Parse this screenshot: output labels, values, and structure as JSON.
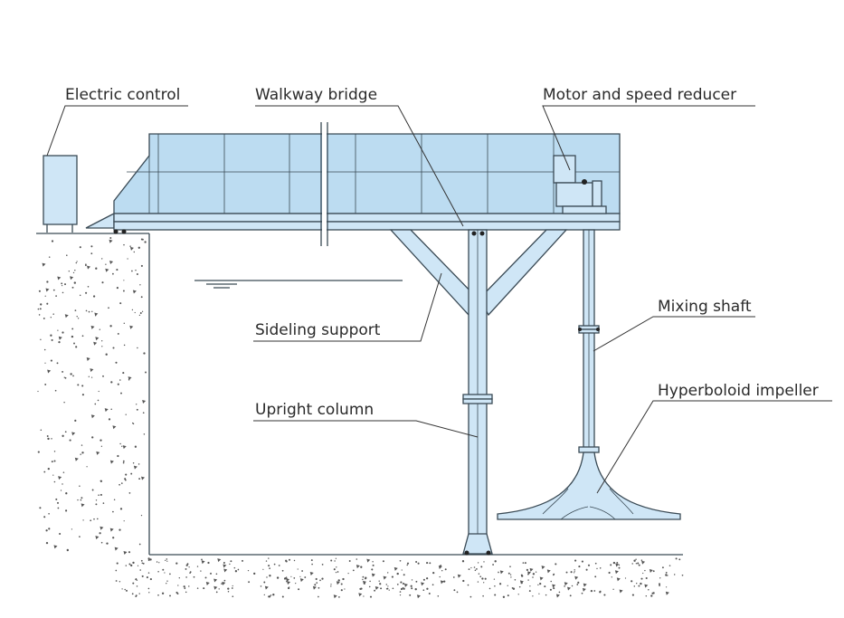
{
  "labels": {
    "electric_control": "Electric control",
    "walkway_bridge": "Walkway bridge",
    "motor_reducer": "Motor and speed reducer",
    "sideling_support": "Sideling support",
    "mixing_shaft": "Mixing shaft",
    "upright_column": "Upright column",
    "hyperboloid_impeller": "Hyperboloid impeller"
  },
  "colors": {
    "structure_fill": "#cfe6f6",
    "outline": "#3a4a55",
    "ground": "#555555"
  }
}
